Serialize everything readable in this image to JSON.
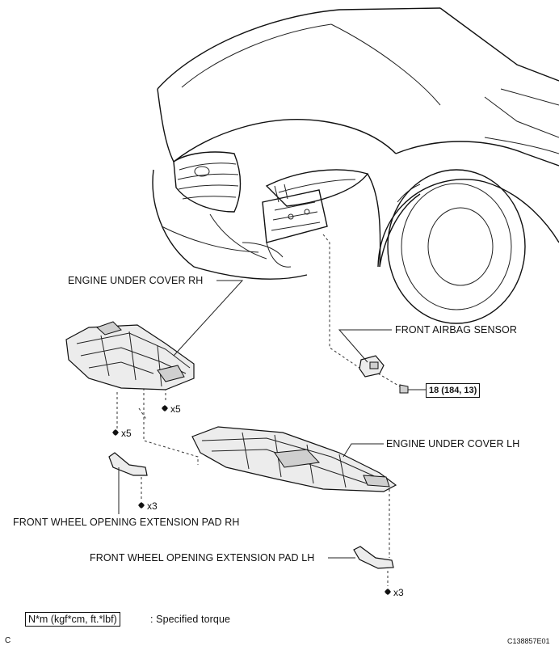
{
  "labels": {
    "engine_under_cover_rh": "ENGINE UNDER COVER RH",
    "front_airbag_sensor": "FRONT AIRBAG SENSOR",
    "engine_under_cover_lh": "ENGINE UNDER COVER LH",
    "front_wheel_pad_rh": "FRONT WHEEL OPENING EXTENSION PAD RH",
    "front_wheel_pad_lh": "FRONT WHEEL OPENING EXTENSION PAD LH"
  },
  "quantities": {
    "rh_cover_bolts_a": "x5",
    "rh_cover_bolts_b": "x5",
    "pad_rh_bolts": "x3",
    "pad_lh_bolts": "x3"
  },
  "torque": {
    "airbag_sensor_bolt": "18 (184, 13)"
  },
  "legend": {
    "unit_box": "N*m (kgf*cm, ft.*lbf)",
    "description": ": Specified torque"
  },
  "corner": {
    "left_letter": "C",
    "figure_id": "C138857E01"
  },
  "icons": [
    "bolt-icon",
    "clip-icon"
  ]
}
